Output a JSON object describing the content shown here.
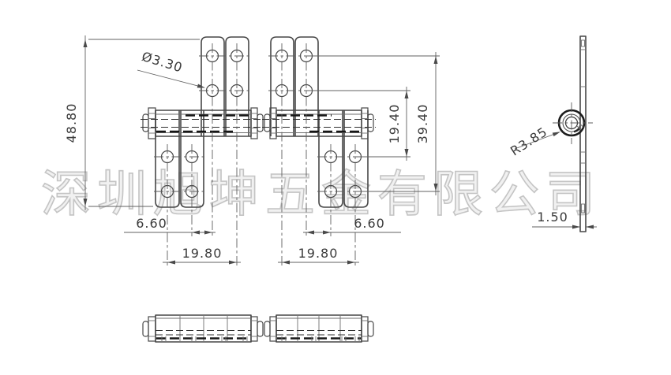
{
  "watermark": {
    "text": "深圳旭坤五金有限公司"
  },
  "dims": {
    "overall_height": "48.80",
    "hole_diameter": "Ø3.30",
    "h1_hole_offset": "6.60",
    "h1_hole_span": "19.80",
    "h2_hole_offset": "6.60",
    "h2_hole_span": "19.80",
    "inner_row_span": "19.40",
    "outer_row_span": "39.40",
    "knuckle_radius": "R3.85",
    "leaf_thickness": "1.50"
  }
}
